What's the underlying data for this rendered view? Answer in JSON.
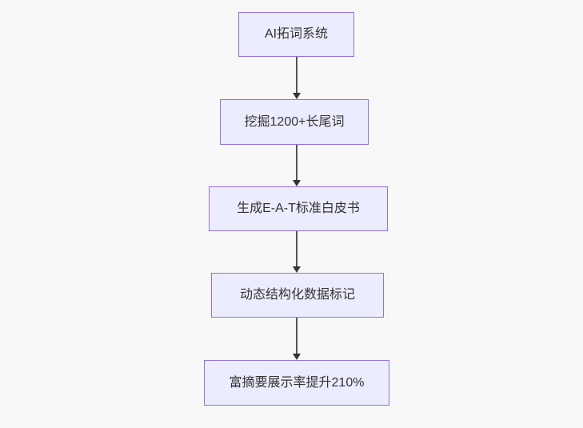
{
  "diagram": {
    "type": "flowchart",
    "direction": "top-down",
    "nodes": [
      {
        "id": "A",
        "label": "AI拓词系统"
      },
      {
        "id": "B",
        "label": "挖掘1200+长尾词"
      },
      {
        "id": "C",
        "label": "生成E-A-T标准白皮书"
      },
      {
        "id": "D",
        "label": "动态结构化数据标记"
      },
      {
        "id": "E",
        "label": "富摘要展示率提升210%"
      }
    ],
    "edges": [
      {
        "from": "A",
        "to": "B"
      },
      {
        "from": "B",
        "to": "C"
      },
      {
        "from": "C",
        "to": "D"
      },
      {
        "from": "D",
        "to": "E"
      }
    ],
    "colors": {
      "node_fill": "#ececff",
      "node_border": "#9370db",
      "node_text": "#333333",
      "edge_line": "#555555",
      "edge_arrowhead": "#333333",
      "background": "#f8f8f8"
    }
  }
}
